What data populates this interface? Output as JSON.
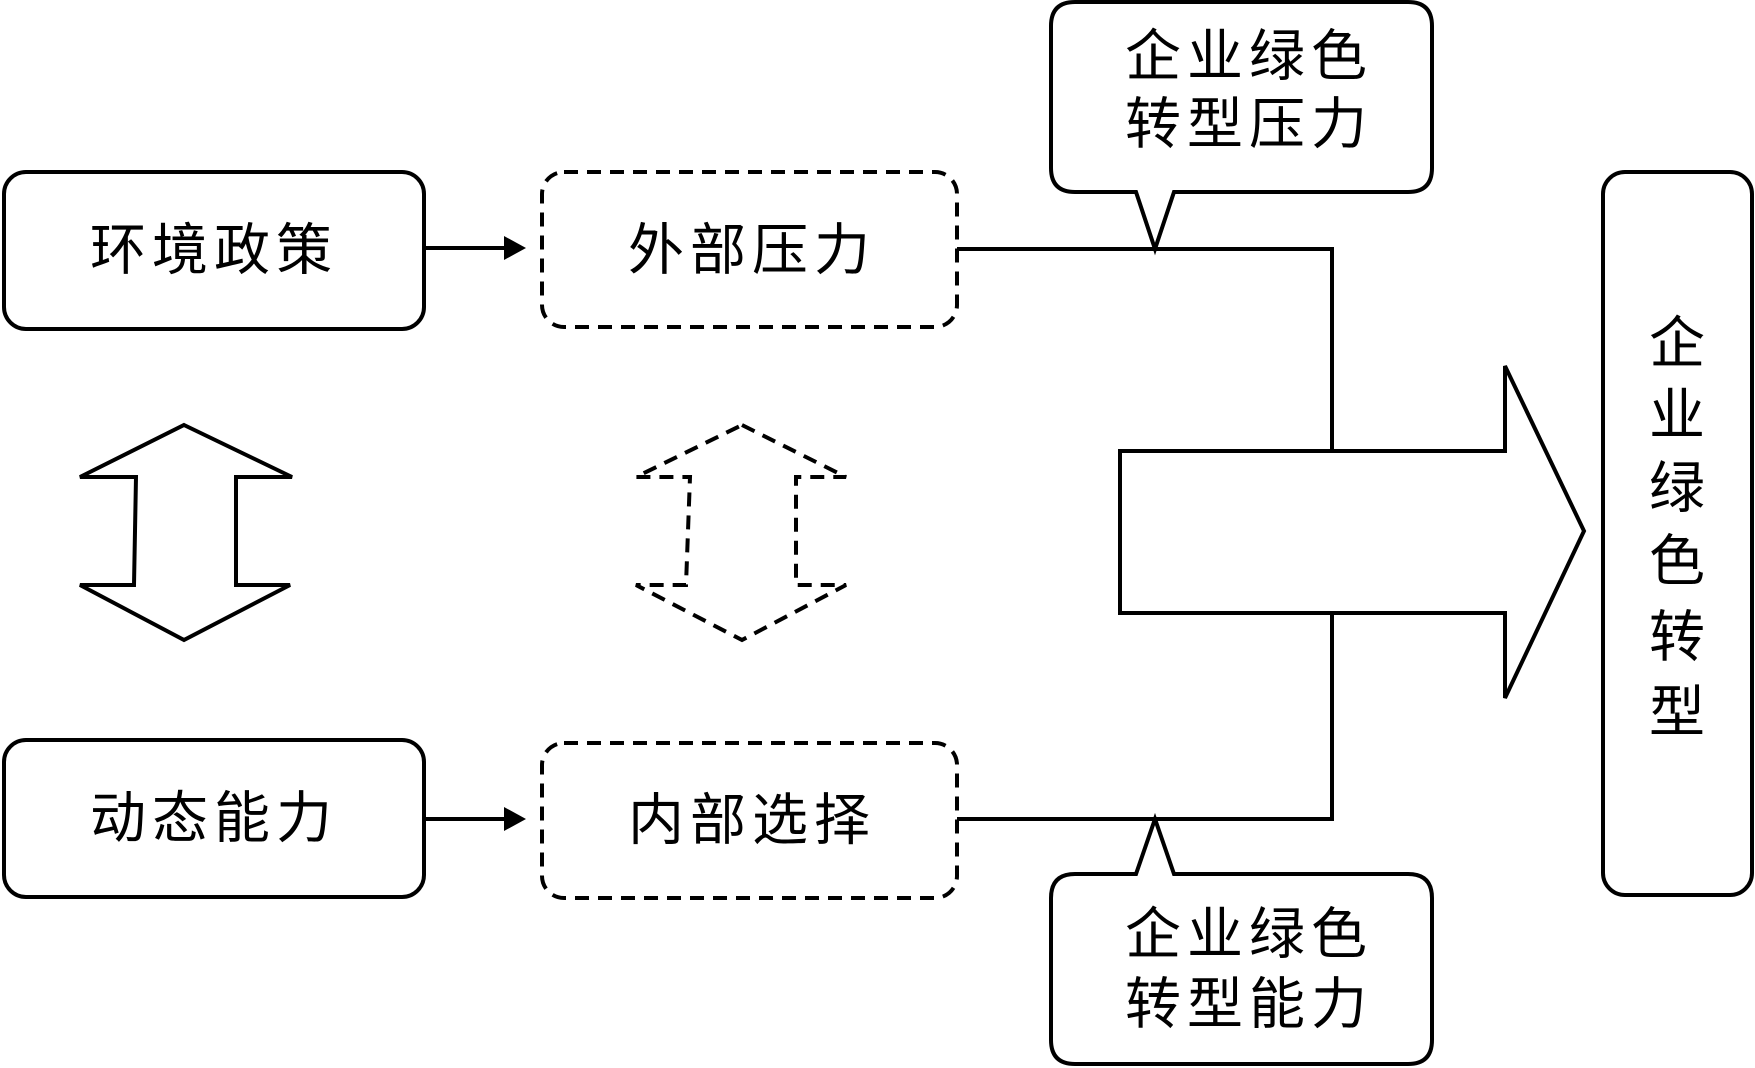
{
  "nodes": {
    "environmental_policy": "环境政策",
    "dynamic_capability": "动态能力",
    "external_pressure": "外部压力",
    "internal_choice": "内部选择",
    "green_transition": [
      "企",
      "业",
      "绿",
      "色",
      "转",
      "型"
    ]
  },
  "callouts": {
    "pressure": [
      "企业绿色",
      "转型压力"
    ],
    "capability": [
      "企业绿色",
      "转型能力"
    ]
  }
}
